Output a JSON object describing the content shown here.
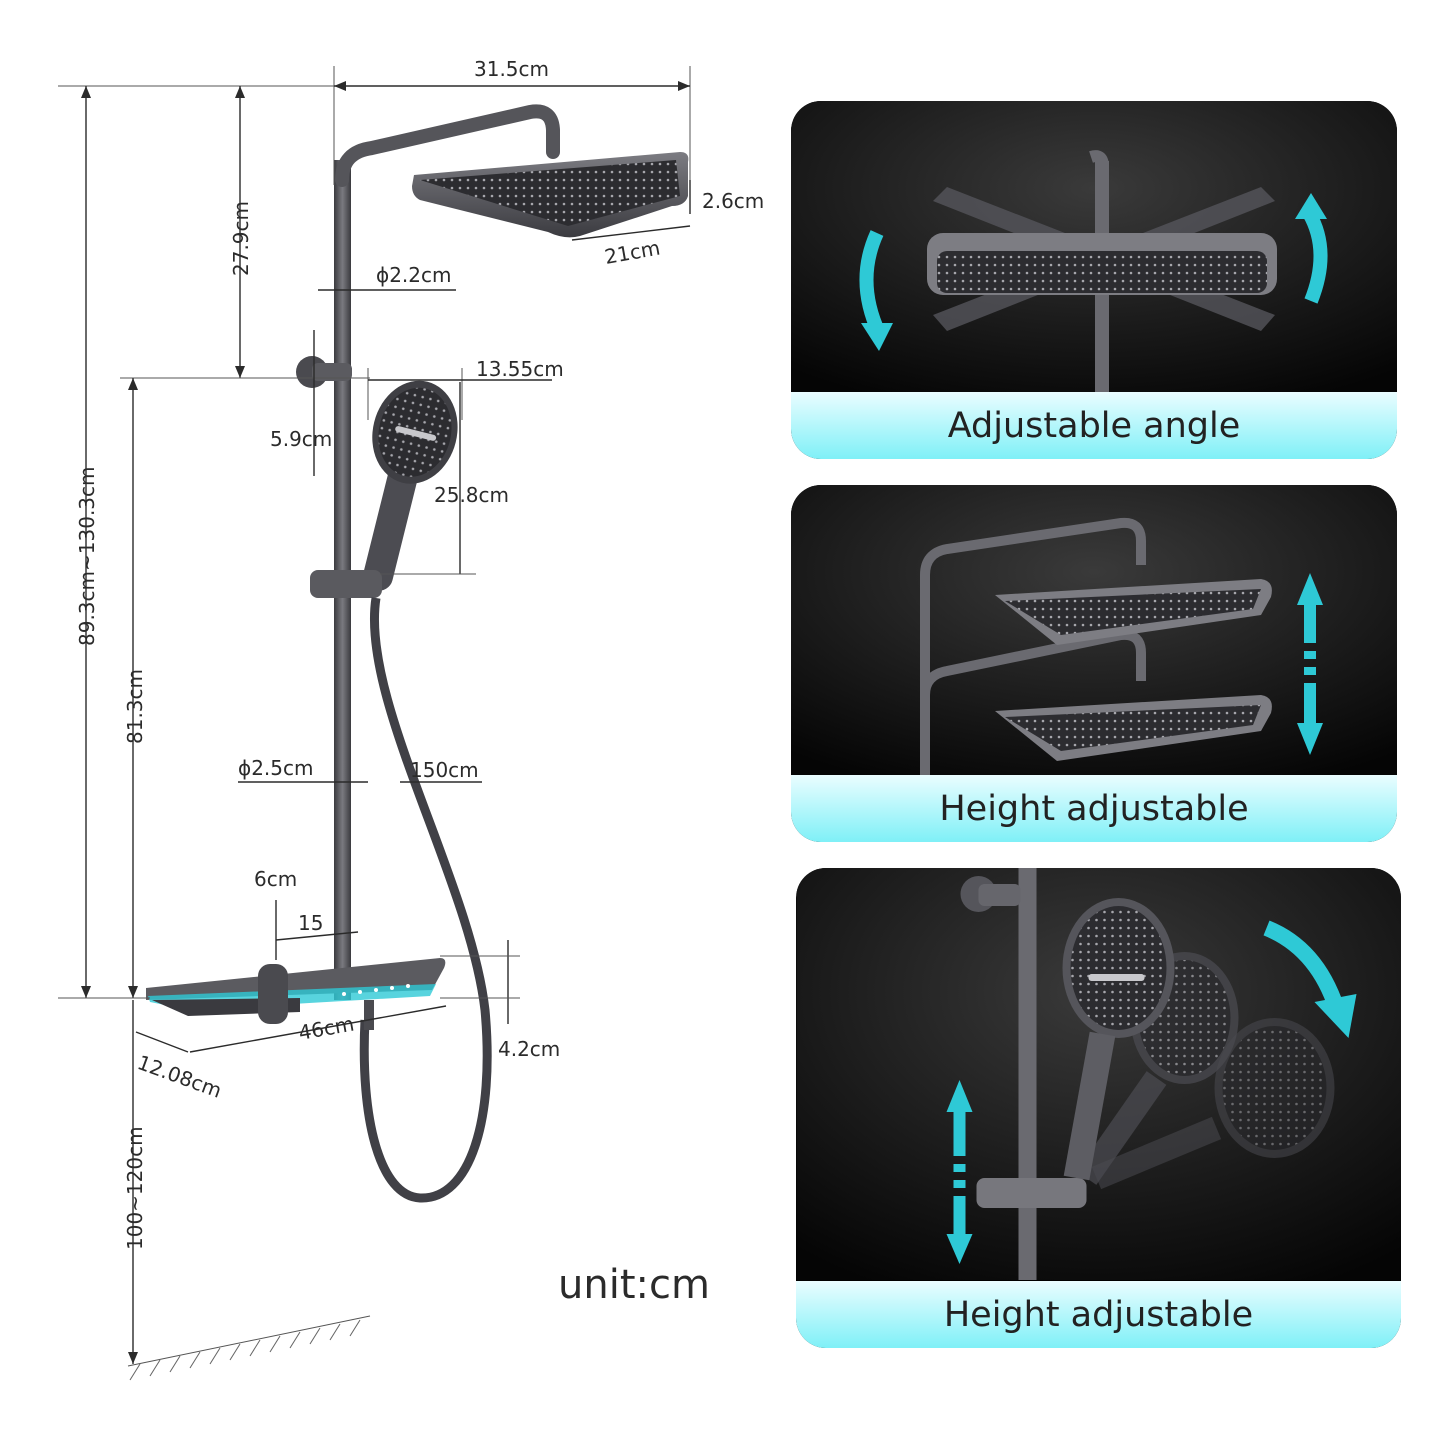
{
  "dimensions": {
    "head_width": "31.5cm",
    "head_thickness": "2.6cm",
    "head_depth": "21cm",
    "top_to_bracket": "27.9cm",
    "arm_diameter": "ϕ2.2cm",
    "handshower_width": "13.55cm",
    "bracket_size": "5.9cm",
    "handshower_length": "25.8cm",
    "total_height": "89.3cm~130.3cm",
    "bracket_to_base": "81.3cm",
    "rail_diameter": "ϕ2.5cm",
    "hose_length": "150cm",
    "base_offset": "6cm",
    "inlet_spacing": "15",
    "shelf_width": "46cm",
    "shelf_height": "4.2cm",
    "shelf_depth": "12.08cm",
    "floor_height": "100~120cm"
  },
  "unit_label": "unit:cm",
  "panels": [
    {
      "caption": "Adjustable angle",
      "icon": "rotate-arrows-icon"
    },
    {
      "caption": "Height adjustable",
      "icon": "vertical-arrow-icon"
    },
    {
      "caption": "Height adjustable",
      "icon": "vertical-arrow-icon"
    }
  ],
  "colors": {
    "accent": "#2ec9d6",
    "metal": "#4a4a4e",
    "panel_bg": "#0b0b0b"
  }
}
